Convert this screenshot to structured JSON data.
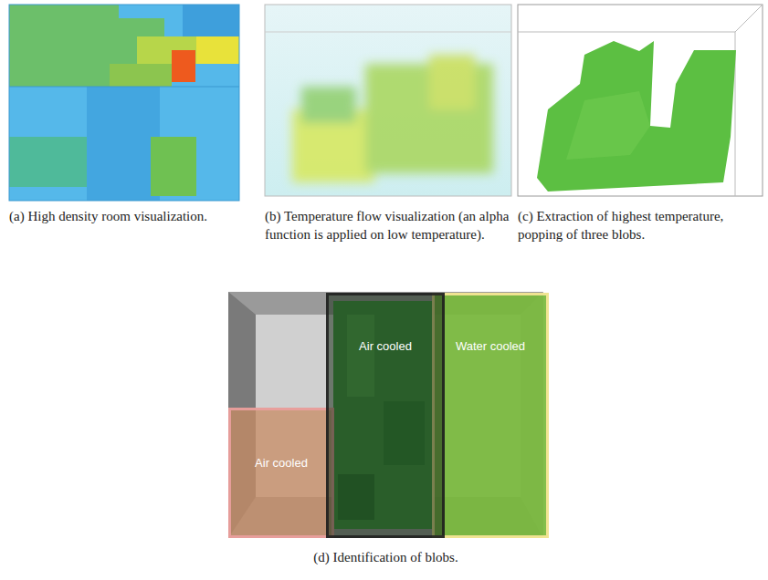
{
  "diagram": {
    "nodes": [
      {
        "text": [
          "Air cooled"
        ]
      },
      {
        "text": [
          "Air cooled"
        ]
      },
      {
        "text": [
          "Water cooled"
        ]
      }
    ],
    "labels": [
      "(a) High density room visualization.",
      "(b) Temperature flow visualization (an alpha function is applied on low temperature).",
      "(c) Extraction of highest temperature, popping of three blobs.",
      "(d) Identification of blobs."
    ]
  }
}
